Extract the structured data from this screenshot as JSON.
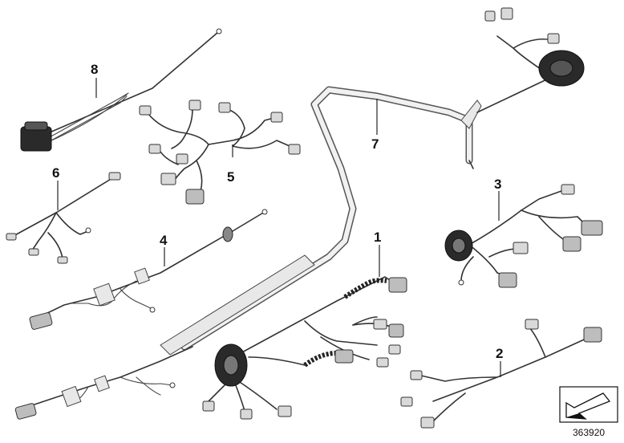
{
  "diagram": {
    "callouts": [
      {
        "key": "c1",
        "label": "1"
      },
      {
        "key": "c2",
        "label": "2"
      },
      {
        "key": "c3",
        "label": "3"
      },
      {
        "key": "c4",
        "label": "4"
      },
      {
        "key": "c5",
        "label": "5"
      },
      {
        "key": "c6",
        "label": "6"
      },
      {
        "key": "c7",
        "label": "7"
      },
      {
        "key": "c8",
        "label": "8"
      }
    ],
    "reference_number": "363920"
  }
}
